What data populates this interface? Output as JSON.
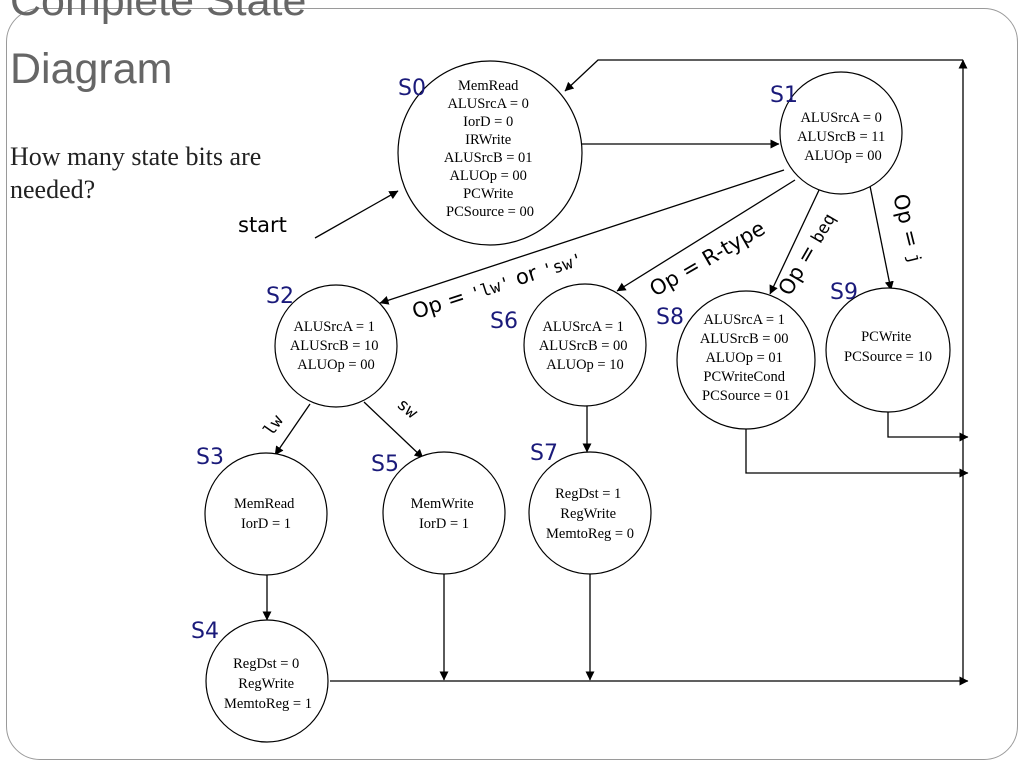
{
  "slide": {
    "title_line1": "Complete State",
    "title_line2": "Diagram",
    "question": "How many state bits are needed?"
  },
  "diagram": {
    "start_label": "start",
    "states": [
      {
        "id": "S0",
        "actions": [
          "MemRead",
          "ALUSrcA = 0",
          "IorD = 0",
          "IRWrite",
          "ALUSrcB = 01",
          "ALUOp = 00",
          "PCWrite",
          "PCSource = 00"
        ]
      },
      {
        "id": "S1",
        "actions": [
          "ALUSrcA = 0",
          "ALUSrcB = 11",
          "ALUOp = 00"
        ]
      },
      {
        "id": "S2",
        "actions": [
          "ALUSrcA = 1",
          "ALUSrcB = 10",
          "ALUOp = 00"
        ]
      },
      {
        "id": "S3",
        "actions": [
          "MemRead",
          "IorD = 1"
        ]
      },
      {
        "id": "S4",
        "actions": [
          "RegDst = 0",
          "RegWrite",
          "MemtoReg = 1"
        ]
      },
      {
        "id": "S5",
        "actions": [
          "MemWrite",
          "IorD  = 1"
        ]
      },
      {
        "id": "S6",
        "actions": [
          "ALUSrcA = 1",
          "ALUSrcB = 00",
          "ALUOp = 10"
        ]
      },
      {
        "id": "S7",
        "actions": [
          "RegDst = 1",
          "RegWrite",
          "MemtoReg  = 0"
        ]
      },
      {
        "id": "S8",
        "actions": [
          "ALUSrcA = 1",
          "ALUSrcB = 00",
          "ALUOp = 01",
          "PCWriteCond",
          "PCSource = 01"
        ]
      },
      {
        "id": "S9",
        "actions": [
          "PCWrite",
          "PCSource = 10"
        ]
      }
    ],
    "transitions": {
      "lw_sw_prefix": "Op = ",
      "lw": "'lw'",
      "or": " or ",
      "sw": "'sw'",
      "rtype": "Op = R-type",
      "beq_prefix": "Op = ",
      "beq": "beq",
      "j_prefix": "Op = ",
      "j": "j",
      "s2_lw": "lw",
      "s2_sw": "sw"
    }
  }
}
